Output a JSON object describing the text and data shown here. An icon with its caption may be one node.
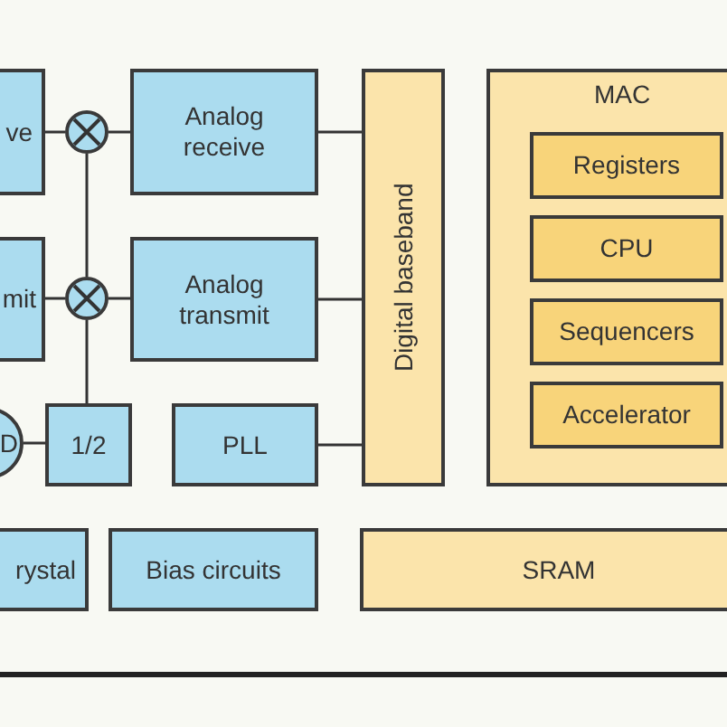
{
  "diagram": {
    "nodes": [
      {
        "text": [
          "ve"
        ]
      },
      {
        "text": [],
        "shape": "circle"
      },
      {
        "text": [
          "Analog receive"
        ]
      },
      {
        "text": [
          "Digital baseband"
        ]
      },
      {
        "text": [
          "MAC"
        ]
      },
      {
        "text": [
          "Registers"
        ],
        "in": 4
      },
      {
        "text": [
          "CPU"
        ],
        "in": 4
      },
      {
        "text": [
          "Sequencers"
        ],
        "in": 4
      },
      {
        "text": [
          "Accelerator"
        ],
        "in": 4
      },
      {
        "text": [
          "mit"
        ]
      },
      {
        "text": [],
        "shape": "circle"
      },
      {
        "text": [
          "Analog transmit"
        ]
      },
      {
        "text": [
          "D"
        ]
      },
      {
        "text": [
          "1/2"
        ]
      },
      {
        "text": [
          "PLL"
        ]
      },
      {
        "text": [
          "rystal"
        ]
      },
      {
        "text": [
          "Bias circuits"
        ]
      },
      {
        "text": [
          "SRAM"
        ]
      }
    ],
    "edges": [
      {
        "from": 0,
        "to": 1,
        "arrow": "none"
      },
      {
        "from": 1,
        "to": 2,
        "arrow": "none"
      },
      {
        "from": 2,
        "to": 3,
        "arrow": "none"
      },
      {
        "from": 9,
        "to": 10,
        "arrow": "none"
      },
      {
        "from": 10,
        "to": 11,
        "arrow": "none"
      },
      {
        "from": 11,
        "to": 3,
        "arrow": "none"
      },
      {
        "from": 1,
        "to": 10,
        "arrow": "none"
      },
      {
        "from": 10,
        "to": 13,
        "arrow": "none"
      },
      {
        "from": 12,
        "to": 13,
        "arrow": "none"
      },
      {
        "from": 14,
        "to": 3,
        "arrow": "none"
      }
    ]
  }
}
